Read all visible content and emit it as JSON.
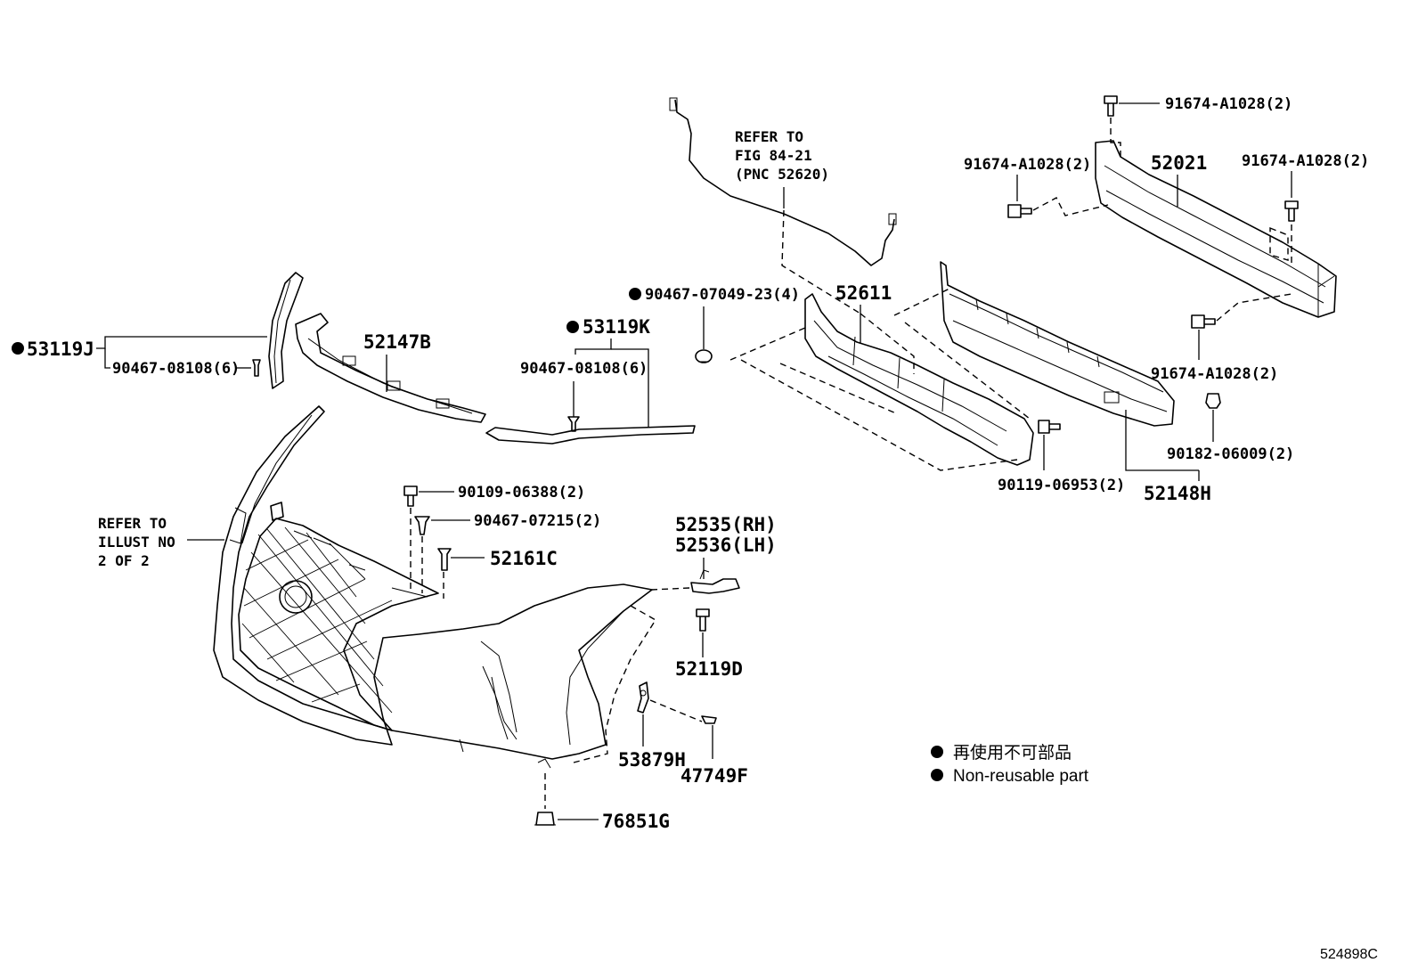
{
  "labels": {
    "p53119j": "53119J",
    "p90467_08108_left": "90467-08108(6)",
    "p52147b": "52147B",
    "p53119k": "53119K",
    "p90467_08108_right": "90467-08108(6)",
    "p90467_07049": "90467-07049-23(4)",
    "p52611": "52611",
    "p91674_top": "91674-A1028(2)",
    "p91674_left": "91674-A1028(2)",
    "p91674_right": "91674-A1028(2)",
    "p91674_lower": "91674-A1028(2)",
    "p52021": "52021",
    "p90182": "90182-06009(2)",
    "p90119": "90119-06953(2)",
    "p52148h": "52148H",
    "p90109": "90109-06388(2)",
    "p90467_07215": "90467-07215(2)",
    "p52161c": "52161C",
    "p52535": "52535(RH)",
    "p52536": "52536(LH)",
    "p52119d": "52119D",
    "p53879h": "53879H",
    "p47749f": "47749F",
    "p76851g": "76851G"
  },
  "notes": {
    "refer_fig_line1": "REFER TO",
    "refer_fig_line2": "FIG 84-21",
    "refer_fig_line3": "(PNC 52620)",
    "refer_illust_line1": "REFER TO",
    "refer_illust_line2": "ILLUST NO",
    "refer_illust_line3": "2 OF 2"
  },
  "legend": {
    "japanese": "再使用不可部品",
    "english": "Non-reusable part"
  },
  "figure_id": "524898C"
}
